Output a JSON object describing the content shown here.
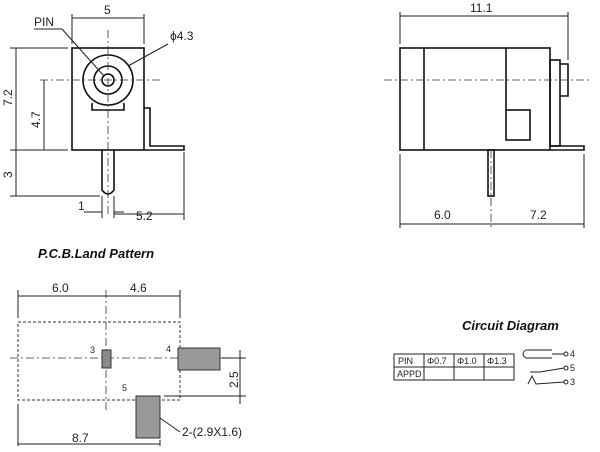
{
  "front_view": {
    "dim_width": "5",
    "dim_height": "7.2",
    "dim_center": "4.7",
    "dim_pin": "3",
    "dim_pin_width": "1",
    "dim_offset": "5.2",
    "label_pin": "PIN",
    "label_diameter": "ϕ4.3"
  },
  "side_view": {
    "dim_length": "11.1",
    "dim_left": "6.0",
    "dim_right": "7.2"
  },
  "pcb": {
    "title": "P.C.B.Land Pattern",
    "dim_left": "6.0",
    "dim_right": "4.6",
    "dim_total": "8.7",
    "dim_pitch": "2.5",
    "pad_size": "2-(2.9X1.6)",
    "pin3": "3",
    "pin4": "4",
    "pin5": "5"
  },
  "circuit": {
    "title": "Circuit Diagram",
    "table_header": [
      "PIN",
      "Φ0.7",
      "Φ1.0",
      "Φ1.3"
    ],
    "table_row": [
      "APPD",
      "",
      "",
      ""
    ],
    "terminal_4": "4",
    "terminal_5a": "5",
    "terminal_5b": "3"
  }
}
